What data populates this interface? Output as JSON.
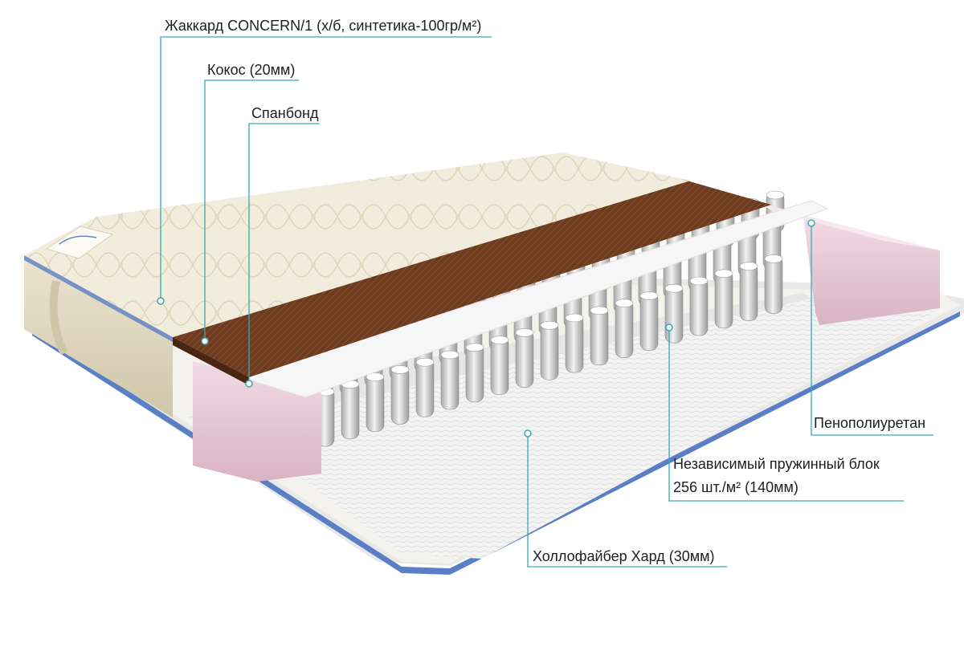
{
  "labels": {
    "jacquard": "Жаккард CONCERN/1 (х/б, синтетика-100гр/м²)",
    "coconut": "Кокос (20мм)",
    "spunbond": "Спанбонд",
    "foam": "Пенополиуретан",
    "spring_block_line1": "Независимый пружинный блок",
    "spring_block_line2": "256 шт./м²  (140мм)",
    "hollofiber": "Холлофайбер Хард  (30мм)"
  },
  "colors": {
    "leader_line": "#3aa9b5",
    "jacquard": "#efe9d6",
    "coconut": "#6b3a1f",
    "foam": "#e8c9d6",
    "spring": "#cfcfcf",
    "base": "#f2f2f2",
    "binding": "#5a7fc4"
  },
  "icons": {
    "brand_tag": "brand-tag-logo"
  }
}
